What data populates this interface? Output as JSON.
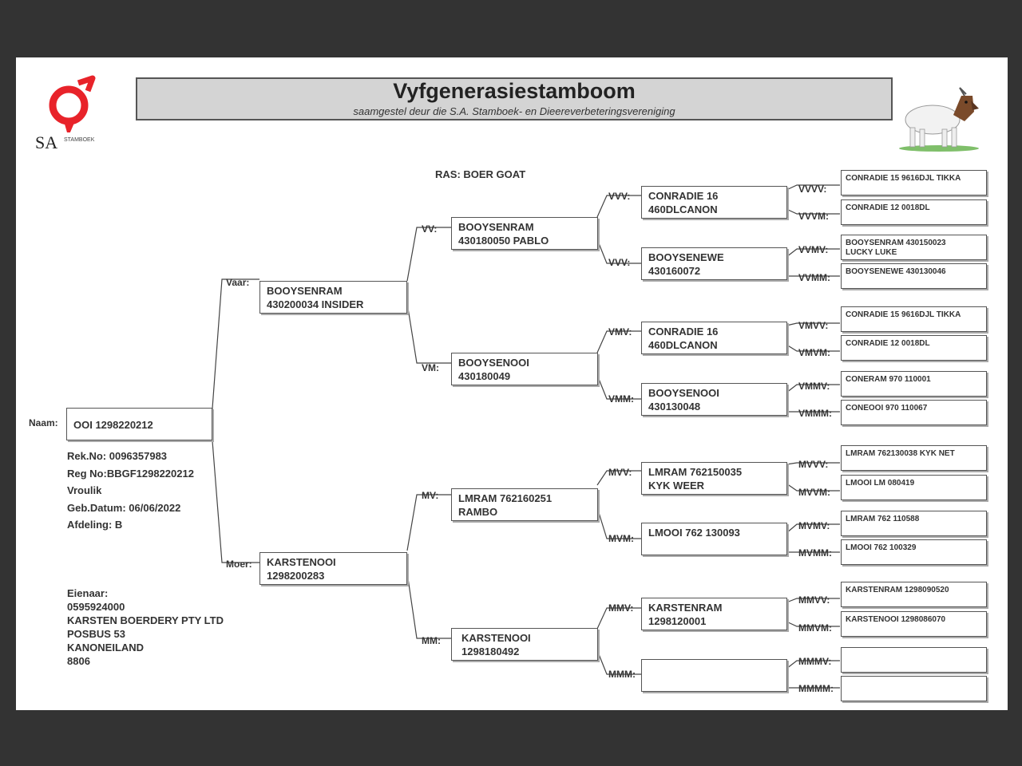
{
  "header": {
    "title": "Vyfgenerasiestamboom",
    "subtitle": "saamgestel deur die S.A. Stamboek- en Dieereverbeteringsvereniging",
    "logo_text": "SA",
    "logo_small_text": "STAMBOEK",
    "logo_icon": "sa-stamboek-logo-icon",
    "goat_icon": "boer-goat-illustration"
  },
  "breed": "RAS: BOER GOAT",
  "animal": {
    "label": "Naam:",
    "name": "OOI 1298220212",
    "details": [
      "Rek.No: 0096357983",
      "Reg No:BBGF1298220212",
      "Vroulik",
      "Geb.Datum: 06/06/2022",
      "Afdeling: B"
    ]
  },
  "owner": {
    "lines": [
      "Eienaar:",
      "0595924000",
      "KARSTEN BOERDERY PTY LTD",
      "POSBUS 53",
      "KANONEILAND",
      "8806"
    ]
  },
  "gen1": {
    "vaar": {
      "label": "Vaar:",
      "line1": "BOOYSENRAM",
      "line2": "430200034 INSIDER"
    },
    "moer": {
      "label": "Moer:",
      "line1": "KARSTENOOI",
      "line2": "1298200283"
    }
  },
  "gen2": {
    "vv": {
      "label": "VV:",
      "line1": "BOOYSENRAM",
      "line2": "430180050 PABLO"
    },
    "vm": {
      "label": "VM:",
      "line1": "BOOYSENOOI",
      "line2": "430180049"
    },
    "mv": {
      "label": "MV:",
      "line1": "LMRAM 762160251",
      "line2": "RAMBO"
    },
    "mm": {
      "label": "MM:",
      "line1": "KARSTENOOI",
      "line2": "1298180492"
    }
  },
  "gen3": {
    "vvv": {
      "label": "VVV:",
      "line1": "CONRADIE 16",
      "line2": "460DLCANON"
    },
    "vvm": {
      "label": "VVV:",
      "line1": "BOOYSENEWE",
      "line2": "430160072"
    },
    "vmv": {
      "label": "VMV:",
      "line1": "CONRADIE 16",
      "line2": "460DLCANON"
    },
    "vmm": {
      "label": "VMM:",
      "line1": "BOOYSENOOI",
      "line2": "430130048"
    },
    "mvv": {
      "label": "MVV:",
      "line1": "LMRAM 762150035",
      "line2": "KYK WEER"
    },
    "mvm": {
      "label": "MVM:",
      "line1": "LMOOI 762 130093",
      "line2": ""
    },
    "mmv": {
      "label": "MMV:",
      "line1": "KARSTENRAM",
      "line2": "1298120001"
    },
    "mmm": {
      "label": "MMM:",
      "line1": "",
      "line2": ""
    }
  },
  "gen4": [
    {
      "label": "VVVV:",
      "line1": "CONRADIE 15 9616DJL TIKKA",
      "line2": ""
    },
    {
      "label": "VVVM:",
      "line1": "CONRADIE 12 0018DL",
      "line2": ""
    },
    {
      "label": "VVMV:",
      "line1": "BOOYSENRAM 430150023",
      "line2": "LUCKY LUKE"
    },
    {
      "label": "VVMM:",
      "line1": "BOOYSENEWE 430130046",
      "line2": ""
    },
    {
      "label": "VMVV:",
      "line1": "CONRADIE 15 9616DJL TIKKA",
      "line2": ""
    },
    {
      "label": "VMVM:",
      "line1": "CONRADIE 12 0018DL",
      "line2": ""
    },
    {
      "label": "VMMV:",
      "line1": "CONERAM 970 110001",
      "line2": ""
    },
    {
      "label": "VMMM:",
      "line1": "CONEOOI 970 110067",
      "line2": ""
    },
    {
      "label": "MVVV:",
      "line1": "LMRAM 762130038 KYK NET",
      "line2": ""
    },
    {
      "label": "MVVM:",
      "line1": "LMOOI LM 080419",
      "line2": ""
    },
    {
      "label": "MVMV:",
      "line1": "LMRAM 762 110588",
      "line2": ""
    },
    {
      "label": "MVMM:",
      "line1": "LMOOI 762 100329",
      "line2": ""
    },
    {
      "label": "MMVV:",
      "line1": "KARSTENRAM 1298090520",
      "line2": ""
    },
    {
      "label": "MMVM:",
      "line1": "KARSTENOOI 1298086070",
      "line2": ""
    },
    {
      "label": "MMMV:",
      "line1": "",
      "line2": ""
    },
    {
      "label": "MMMM:",
      "line1": "",
      "line2": ""
    }
  ],
  "colors": {
    "backdrop": "#333333",
    "page": "#ffffff",
    "banner": "#d4d4d4",
    "logo_red": "#e8232a"
  }
}
